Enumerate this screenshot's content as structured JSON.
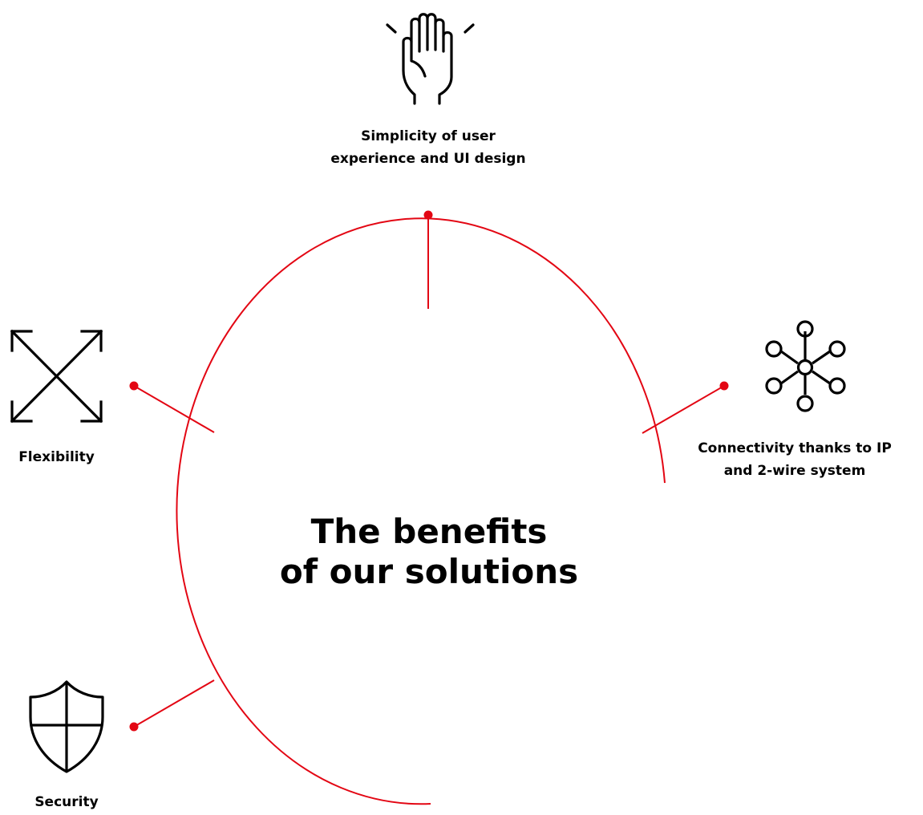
{
  "colors": {
    "accent": "#e30613",
    "ink": "#000000",
    "background": "#ffffff"
  },
  "title": {
    "line1": "The benefits",
    "line2": "of our solutions"
  },
  "benefits": [
    {
      "id": "simplicity",
      "icon": "raised-hand-icon",
      "line1": "Simplicity of user",
      "line2": "experience and UI design"
    },
    {
      "id": "connectivity",
      "icon": "network-hub-icon",
      "line1": "Connectivity thanks to IP",
      "line2": "and 2-wire system"
    },
    {
      "id": "flexibility",
      "icon": "expand-arrows-icon",
      "line1": "Flexibility",
      "line2": ""
    },
    {
      "id": "security",
      "icon": "shield-icon",
      "line1": "Security",
      "line2": ""
    }
  ]
}
